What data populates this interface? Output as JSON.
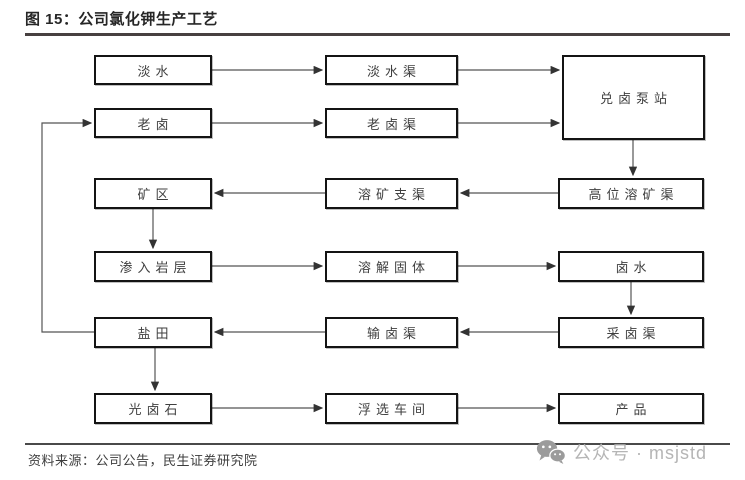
{
  "figure": {
    "title": "图 15：公司氯化钾生产工艺"
  },
  "flowchart": {
    "nodes": [
      {
        "id": "fresh-water",
        "label": "淡水"
      },
      {
        "id": "fresh-water-channel",
        "label": "淡水渠"
      },
      {
        "id": "brine-mixing-pump-station",
        "label": "兑卤泵站"
      },
      {
        "id": "old-brine",
        "label": "老卤"
      },
      {
        "id": "old-brine-channel",
        "label": "老卤渠"
      },
      {
        "id": "mining-area",
        "label": "矿区"
      },
      {
        "id": "ore-dissolving-branch-channel",
        "label": "溶矿支渠"
      },
      {
        "id": "elevated-ore-dissolving-channel",
        "label": "高位溶矿渠"
      },
      {
        "id": "seep-into-rock-layer",
        "label": "渗入岩层"
      },
      {
        "id": "dissolve-solids",
        "label": "溶解固体"
      },
      {
        "id": "brine",
        "label": "卤水"
      },
      {
        "id": "salt-field",
        "label": "盐田"
      },
      {
        "id": "brine-transport-channel",
        "label": "输卤渠"
      },
      {
        "id": "brine-extraction-channel",
        "label": "采卤渠"
      },
      {
        "id": "carnallite",
        "label": "光卤石"
      },
      {
        "id": "flotation-workshop",
        "label": "浮选车间"
      },
      {
        "id": "product",
        "label": "产品"
      }
    ],
    "edges": [
      {
        "from": "淡水",
        "to": "淡水渠"
      },
      {
        "from": "淡水渠",
        "to": "兑卤泵站"
      },
      {
        "from": "老卤",
        "to": "老卤渠"
      },
      {
        "from": "老卤渠",
        "to": "兑卤泵站"
      },
      {
        "from": "兑卤泵站",
        "to": "高位溶矿渠"
      },
      {
        "from": "高位溶矿渠",
        "to": "溶矿支渠"
      },
      {
        "from": "溶矿支渠",
        "to": "矿区"
      },
      {
        "from": "矿区",
        "to": "渗入岩层"
      },
      {
        "from": "渗入岩层",
        "to": "溶解固体"
      },
      {
        "from": "溶解固体",
        "to": "卤水"
      },
      {
        "from": "卤水",
        "to": "采卤渠"
      },
      {
        "from": "采卤渠",
        "to": "输卤渠"
      },
      {
        "from": "输卤渠",
        "to": "盐田"
      },
      {
        "from": "盐田",
        "to": "老卤"
      },
      {
        "from": "盐田",
        "to": "光卤石"
      },
      {
        "from": "光卤石",
        "to": "浮选车间"
      },
      {
        "from": "浮选车间",
        "to": "产品"
      }
    ]
  },
  "footer": {
    "source": "资料来源：公司公告，民生证券研究院",
    "watermark": "公众号 · msjstd"
  },
  "icons": {
    "watermark_icon": "wechat-icon"
  },
  "colors": {
    "title_rule": "#474040",
    "source_rule": "#4a4a4a",
    "box_border": "#141414",
    "connector": "#555555",
    "watermark_gray": "#b5b5b5"
  }
}
